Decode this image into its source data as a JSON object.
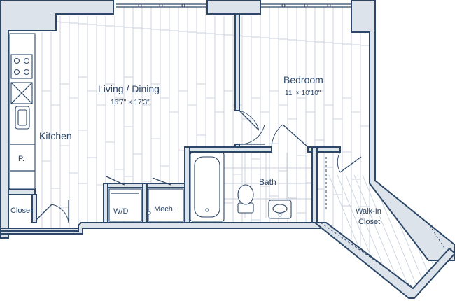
{
  "rooms": {
    "living": {
      "name": "Living / Dining",
      "dims": "16'7\" × 17'3\""
    },
    "bedroom": {
      "name": "Bedroom",
      "dims": "11' × 10'10\""
    },
    "kitchen": {
      "name": "Kitchen"
    },
    "pantry": {
      "name": "P."
    },
    "closet": {
      "name": "Closet"
    },
    "wd": {
      "name": "W/D"
    },
    "mech": {
      "name": "Mech."
    },
    "bath": {
      "name": "Bath"
    },
    "walkin": {
      "line1": "Walk-In",
      "line2": "Closet"
    }
  },
  "colors": {
    "wall_fill": "#dde3ea",
    "wall_line": "#2c4767",
    "floor_lines": "#c9d2dd"
  }
}
